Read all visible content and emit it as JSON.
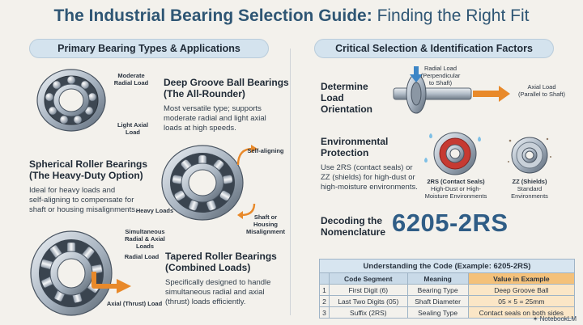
{
  "title": {
    "main": "The Industrial Bearing Selection Guide:",
    "rest": "Finding the Right Fit"
  },
  "left_pill": "Primary Bearing Types & Applications",
  "right_pill": "Critical Selection & Identification Factors",
  "deep_groove": {
    "heading_1": "Deep Groove Ball Bearings",
    "heading_2": "(The All-Rounder)",
    "desc_1": "Most versatile type; supports",
    "desc_2": "moderate radial and light axial",
    "desc_3": "loads at high speeds.",
    "label_radial_1": "Moderate",
    "label_radial_2": "Radial Load",
    "label_axial_1": "Light Axial",
    "label_axial_2": "Load"
  },
  "spherical": {
    "heading_1": "Spherical Roller Bearings",
    "heading_2": "(The Heavy-Duty Option)",
    "desc_1": "Ideal for heavy loads and",
    "desc_2": "self-aligning to compensate for",
    "desc_3": "shaft or housing misalignments.",
    "label_self": "Self-aligning",
    "label_heavy": "Heavy Loads",
    "label_shaft_1": "Shaft or Housing",
    "label_shaft_2": "Misalignment"
  },
  "tapered": {
    "heading_1": "Tapered Roller Bearings",
    "heading_2": "(Combined Loads)",
    "desc_1": "Specifically designed to handle",
    "desc_2": "simultaneous radial and axial",
    "desc_3": "(thrust) loads efficiently.",
    "label_sim_1": "Simultaneous",
    "label_sim_2": "Radial & Axial",
    "label_sim_3": "Loads",
    "label_radial": "Radial Load",
    "label_axial": "Axial (Thrust) Load"
  },
  "load_orientation": {
    "heading_1": "Determine Load",
    "heading_2": "Orientation",
    "radial_1": "Radial Load",
    "radial_2": "(Perpendicular",
    "radial_3": "to Shaft)",
    "axial_1": "Axial Load",
    "axial_2": "(Parallel to Shaft)"
  },
  "environment": {
    "heading_1": "Environmental",
    "heading_2": "Protection",
    "desc_1": "Use 2RS (contact seals) or",
    "desc_2": "ZZ (shields) for high-dust or",
    "desc_3": "high-moisture environments.",
    "rs_title": "2RS (Contact Seals)",
    "rs_sub_1": "High-Dust or High-",
    "rs_sub_2": "Moisture Environments",
    "zz_title": "ZZ (Shields)",
    "zz_sub_1": "Standard",
    "zz_sub_2": "Environments"
  },
  "nomenclature": {
    "heading_1": "Decoding the",
    "heading_2": "Nomenclature",
    "code": "6205-2RS"
  },
  "code_table": {
    "caption": "Understanding the Code (Example: 6205-2RS)",
    "headers": [
      "Code Segment",
      "Meaning",
      "Value in Example"
    ],
    "rows": [
      [
        "1",
        "First Digit (6)",
        "Bearing Type",
        "Deep Groove Ball"
      ],
      [
        "2",
        "Last Two Digits (05)",
        "Shaft Diameter",
        "05 × 5 = 25mm"
      ],
      [
        "3",
        "Suffix (2RS)",
        "Sealing Type",
        "Contact seals on both sides"
      ]
    ]
  },
  "brand": "NotebookLM",
  "colors": {
    "title": "#2f5674",
    "pill_bg": "#d4e3ee",
    "code": "#2f5d86",
    "arrow_orange": "#e8892a",
    "arrow_blue": "#3d86c6",
    "seal_red": "#c63a32"
  }
}
